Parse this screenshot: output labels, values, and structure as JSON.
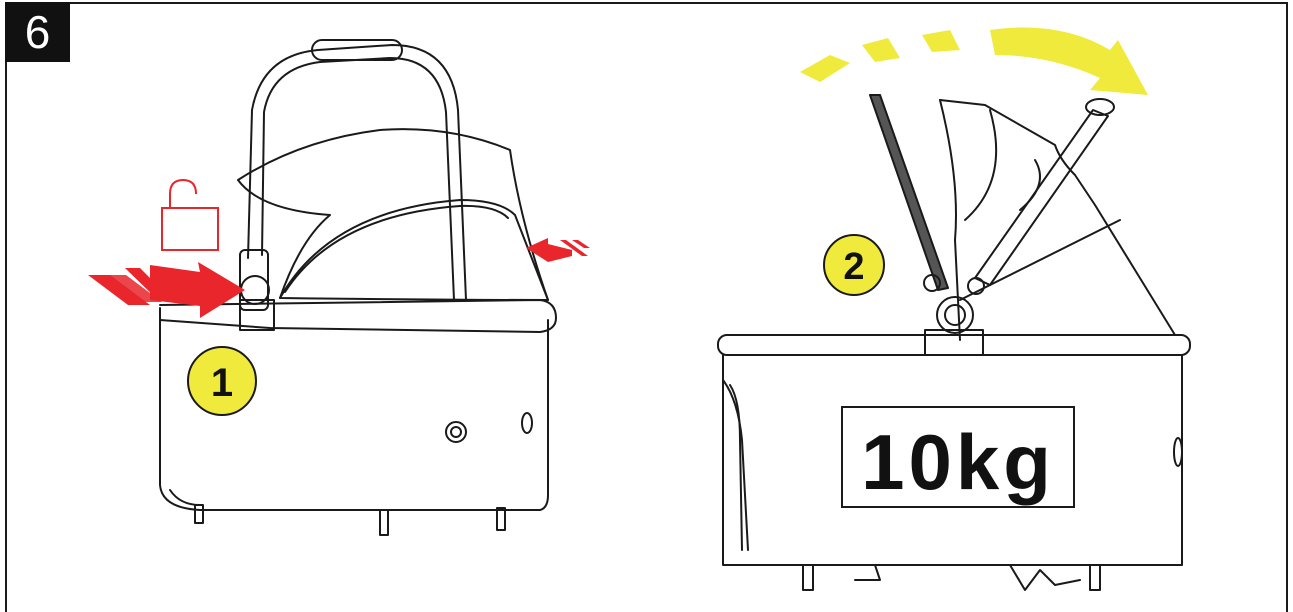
{
  "step_number": "6",
  "callouts": [
    {
      "label": "1"
    },
    {
      "label": "2"
    }
  ],
  "weight_label": "10kg",
  "colors": {
    "press_arrow": "#e8262b",
    "lock_icon": "#e8262b",
    "callout_fill": "#f0ea3c",
    "rotate_arrow": "#f0ea3c",
    "line": "#1a1a1a"
  },
  "icons": [
    "unlock-icon",
    "press-arrow-icon",
    "rotate-arrow-icon"
  ]
}
